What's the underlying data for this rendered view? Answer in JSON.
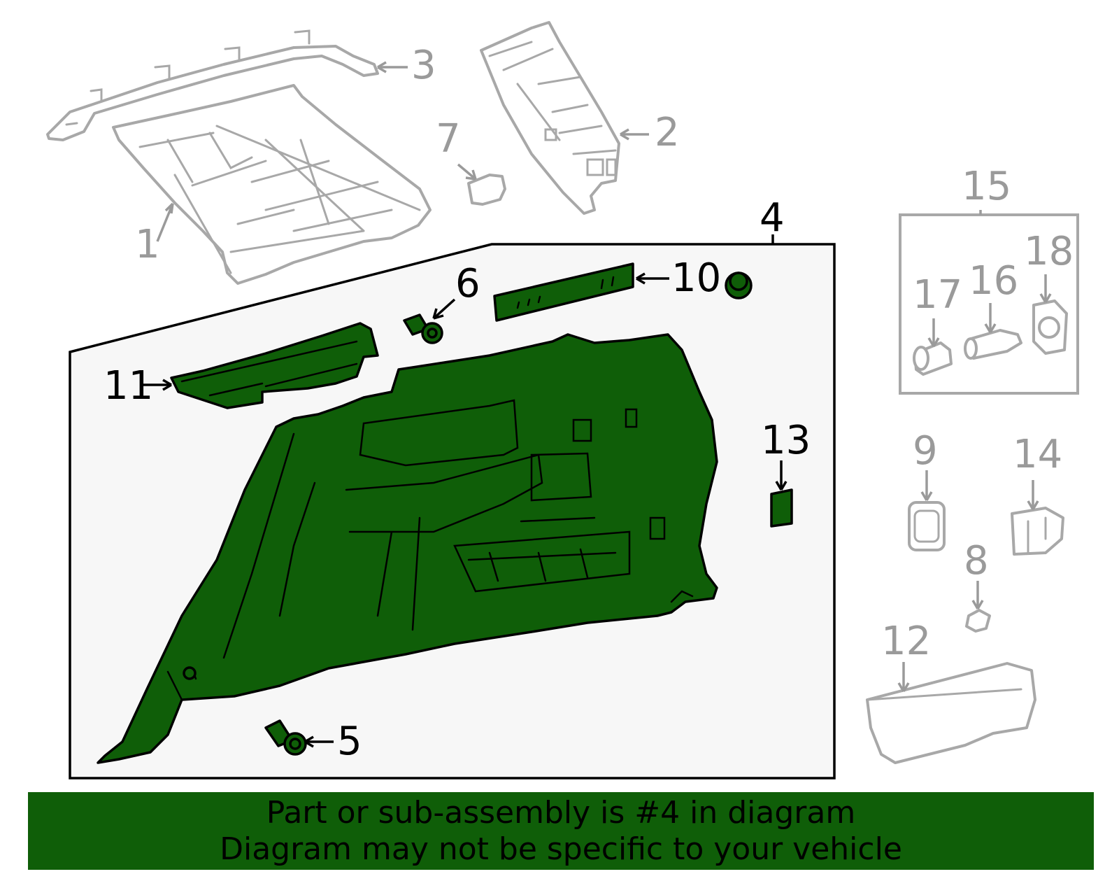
{
  "diagram": {
    "highlighted_part": "4",
    "colors": {
      "highlight_fill": "#0f5e08",
      "ghost_stroke": "#a8a8a8",
      "dim_label": "#9a9a9a",
      "active_label": "#000000",
      "box_fill": "#f7f7f7"
    },
    "callouts": [
      {
        "id": "1",
        "text": "1",
        "state": "dim"
      },
      {
        "id": "2",
        "text": "2",
        "state": "dim"
      },
      {
        "id": "3",
        "text": "3",
        "state": "dim"
      },
      {
        "id": "4",
        "text": "4",
        "state": "active"
      },
      {
        "id": "5",
        "text": "5",
        "state": "active"
      },
      {
        "id": "6",
        "text": "6",
        "state": "active"
      },
      {
        "id": "7",
        "text": "7",
        "state": "dim"
      },
      {
        "id": "8",
        "text": "8",
        "state": "dim"
      },
      {
        "id": "9",
        "text": "9",
        "state": "dim"
      },
      {
        "id": "10",
        "text": "10",
        "state": "active"
      },
      {
        "id": "11",
        "text": "11",
        "state": "active"
      },
      {
        "id": "12",
        "text": "12",
        "state": "dim"
      },
      {
        "id": "13",
        "text": "13",
        "state": "active"
      },
      {
        "id": "14",
        "text": "14",
        "state": "dim"
      },
      {
        "id": "15",
        "text": "15",
        "state": "dim"
      },
      {
        "id": "16",
        "text": "16",
        "state": "dim"
      },
      {
        "id": "17",
        "text": "17",
        "state": "dim"
      },
      {
        "id": "18",
        "text": "18",
        "state": "dim"
      }
    ]
  },
  "banner": {
    "line1": "Part or sub-assembly is #4 in diagram",
    "line2": "Diagram may not be specific to your vehicle"
  }
}
